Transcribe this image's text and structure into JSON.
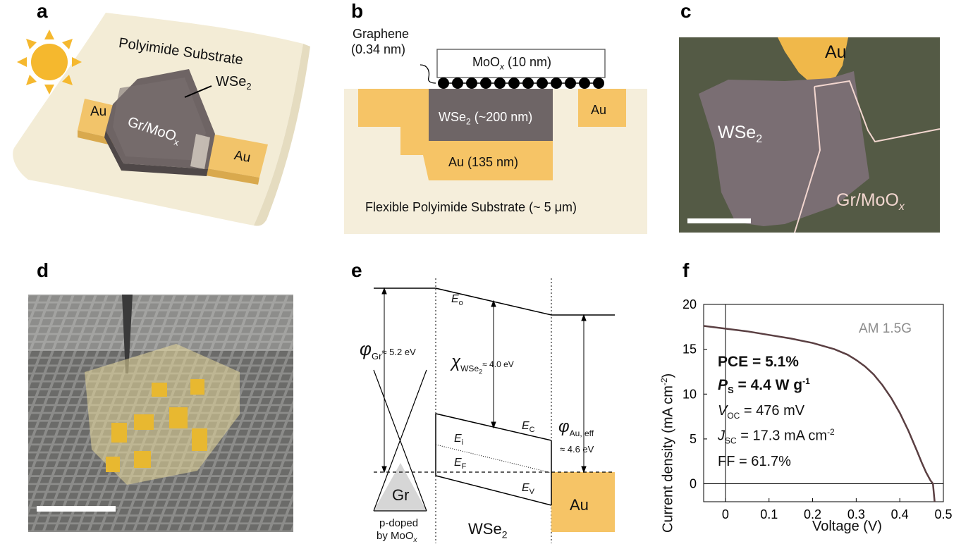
{
  "panel_letters": {
    "a": "a",
    "b": "b",
    "c": "c",
    "d": "d",
    "e": "e",
    "f": "f"
  },
  "panel_a": {
    "substrate_label": "Polyimide Substrate",
    "au_left": "Au",
    "au_right": "Au",
    "wse2_prefix": "WSe",
    "wse2_sub": "2",
    "grmoo_prefix": "Gr/MoO",
    "grmoo_sub": "x",
    "colors": {
      "substrate": "#f3ecd6",
      "au": "#f2c46a",
      "flake": "#6e6464",
      "sun": "#f5b82e"
    }
  },
  "panel_b": {
    "graphene_label": "Graphene",
    "graphene_thickness": "(0.34 nm)",
    "moox_prefix": "MoO",
    "moox_sub": "x",
    "moox_thickness": " (10 nm)",
    "wse2_prefix": "WSe",
    "wse2_sub": "2",
    "wse2_thickness": " (~200 nm)",
    "au_right": "Au",
    "au_bottom": "Au (135 nm)",
    "substrate_label": "Flexible Polyimide Substrate (~ 5 μm)",
    "colors": {
      "substrate": "#f5eedb",
      "au": "#f6c466",
      "wse2": "#6e6566",
      "moox": "#ffffff"
    }
  },
  "panel_c": {
    "au_label": "Au",
    "wse2_prefix": "WSe",
    "wse2_sub": "2",
    "grmoo_prefix": "Gr/MoO",
    "grmoo_sub": "x",
    "colors": {
      "background": "#545a45",
      "flake": "#7a6e73",
      "au": "#f0b84a",
      "outline": "#f2d6cf"
    }
  },
  "panel_d": {
    "colors": {
      "background": "#8c8c8a",
      "gold": "#e8b830"
    }
  },
  "panel_e": {
    "e0_label": "E",
    "e0_sub": "o",
    "phi_gr_symbol": "φ",
    "phi_gr_sub": "Gr",
    "phi_gr_value": "≈ 5.2 eV",
    "chi_symbol": "χ",
    "chi_sub": "WSe",
    "chi_sub2": "2",
    "chi_value": "≈ 4.0 eV",
    "phi_au_symbol": "φ",
    "phi_au_sub": "Au, eff",
    "phi_au_value": "≈ 4.6 eV",
    "ec_label": "E",
    "ec_sub": "C",
    "ei_label": "E",
    "ei_sub": "i",
    "ef_label": "E",
    "ef_sub": "F",
    "ev_label": "E",
    "ev_sub": "V",
    "gr_label": "Gr",
    "pdoped_line1": "p-doped",
    "pdoped_line2": "by MoO",
    "pdoped_sub": "x",
    "wse2_prefix": "WSe",
    "wse2_sub": "2",
    "au_label": "Au",
    "colors": {
      "au": "#f6c466",
      "gr": "#d6d6d6"
    }
  },
  "chart_data": {
    "type": "line",
    "title": "",
    "xlabel": "Voltage (V)",
    "ylabel_prefix": "Current density (mA cm",
    "ylabel_sup": "-2",
    "ylabel_suffix": ")",
    "xlim": [
      -0.05,
      0.5
    ],
    "ylim": [
      -2,
      20
    ],
    "xticks": [
      0,
      0.1,
      0.2,
      0.3,
      0.4,
      0.5
    ],
    "xtick_labels": [
      "0",
      "0.1",
      "0.2",
      "0.3",
      "0.4",
      "0.5"
    ],
    "yticks": [
      0,
      5,
      10,
      15,
      20
    ],
    "ytick_labels": [
      "0",
      "5",
      "10",
      "15",
      "20"
    ],
    "legend_label": "AM 1.5G",
    "series": [
      {
        "color": "#5a3f42",
        "x": [
          -0.05,
          0.0,
          0.05,
          0.1,
          0.15,
          0.2,
          0.25,
          0.28,
          0.3,
          0.32,
          0.34,
          0.36,
          0.38,
          0.4,
          0.42,
          0.44,
          0.45,
          0.46,
          0.47,
          0.476,
          0.48
        ],
        "y": [
          17.6,
          17.3,
          17.0,
          16.6,
          16.2,
          15.7,
          15.0,
          14.4,
          13.8,
          13.1,
          12.2,
          11.0,
          9.6,
          7.9,
          5.9,
          3.6,
          2.4,
          1.3,
          0.4,
          0.0,
          -2.0
        ]
      }
    ],
    "annotations": {
      "pce": "PCE = 5.1%",
      "ps_symbol": "P",
      "ps_sub": "S",
      "ps_value": " = 4.4 W g",
      "ps_sup": "-1",
      "voc_symbol": "V",
      "voc_sub": "OC",
      "voc_value": " = 476 mV",
      "jsc_symbol": "J",
      "jsc_sub": "SC",
      "jsc_value": " = 17.3 mA cm",
      "jsc_sup": "-2",
      "ff": "FF = 61.7%"
    }
  }
}
